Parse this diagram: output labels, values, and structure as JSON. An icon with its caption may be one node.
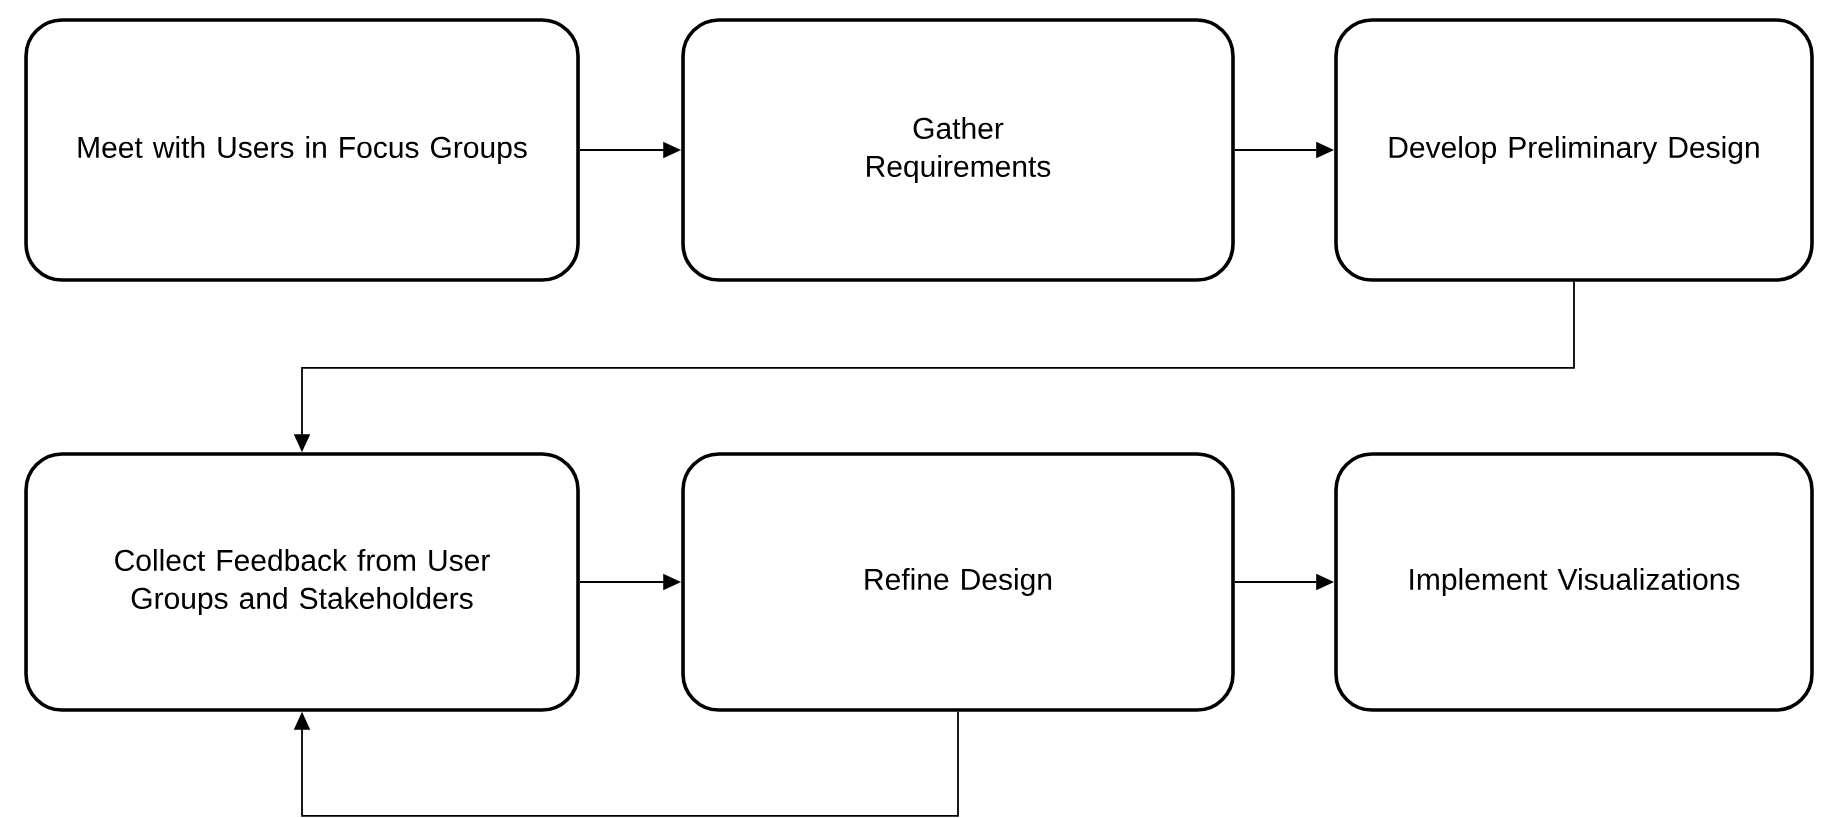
{
  "diagram": {
    "nodes": [
      {
        "text": [
          "Meet with Users in Focus Groups"
        ]
      },
      {
        "text": [
          "Gather Requirements"
        ]
      },
      {
        "text": [
          "Develop Preliminary Design"
        ]
      },
      {
        "text": [
          "Collect Feedback from User Groups and Stakeholders"
        ]
      },
      {
        "text": [
          "Refine Design"
        ]
      },
      {
        "text": [
          "Implement Visualizations"
        ]
      }
    ],
    "edges": [
      {
        "from": 0,
        "to": 1,
        "arrow": "to"
      },
      {
        "from": 1,
        "to": 2,
        "arrow": "to"
      },
      {
        "from": 2,
        "to": 3,
        "arrow": "to"
      },
      {
        "from": 3,
        "to": 4,
        "arrow": "to"
      },
      {
        "from": 4,
        "to": 5,
        "arrow": "to"
      },
      {
        "from": 4,
        "to": 3,
        "arrow": "to"
      }
    ]
  }
}
